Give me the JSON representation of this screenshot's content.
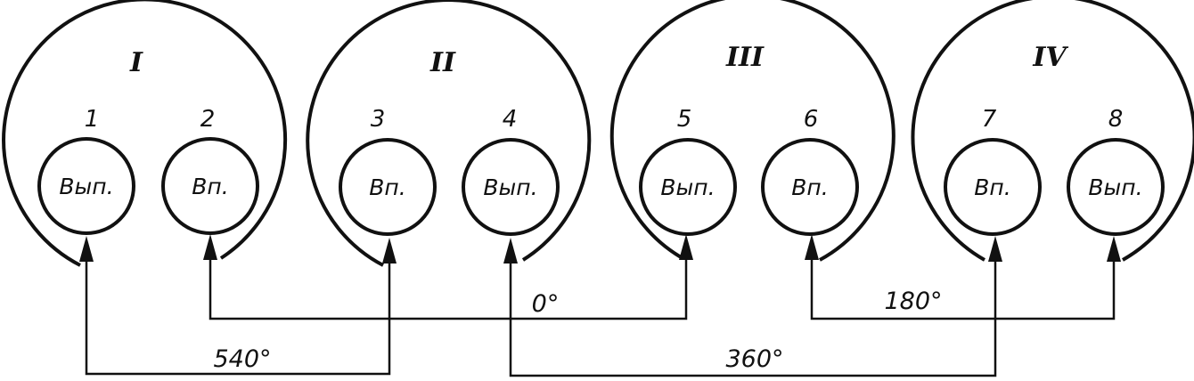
{
  "cylinders": [
    {
      "label": "I",
      "valves": [
        {
          "number": "1",
          "type": "Вып."
        },
        {
          "number": "2",
          "type": "Вп."
        }
      ]
    },
    {
      "label": "II",
      "valves": [
        {
          "number": "3",
          "type": "Вп."
        },
        {
          "number": "4",
          "type": "Вып."
        }
      ]
    },
    {
      "label": "III",
      "valves": [
        {
          "number": "5",
          "type": "Вып."
        },
        {
          "number": "6",
          "type": "Вп."
        }
      ]
    },
    {
      "label": "IV",
      "valves": [
        {
          "number": "7",
          "type": "Вп."
        },
        {
          "number": "8",
          "type": "Вып."
        }
      ]
    }
  ],
  "connections": [
    {
      "label": "0°",
      "from_valve": "2",
      "to_valve": "5"
    },
    {
      "label": "180°",
      "from_valve": "6",
      "to_valve": "8"
    },
    {
      "label": "540°",
      "from_valve": "1",
      "to_valve": "3"
    },
    {
      "label": "360°",
      "from_valve": "4",
      "to_valve": "7"
    }
  ]
}
